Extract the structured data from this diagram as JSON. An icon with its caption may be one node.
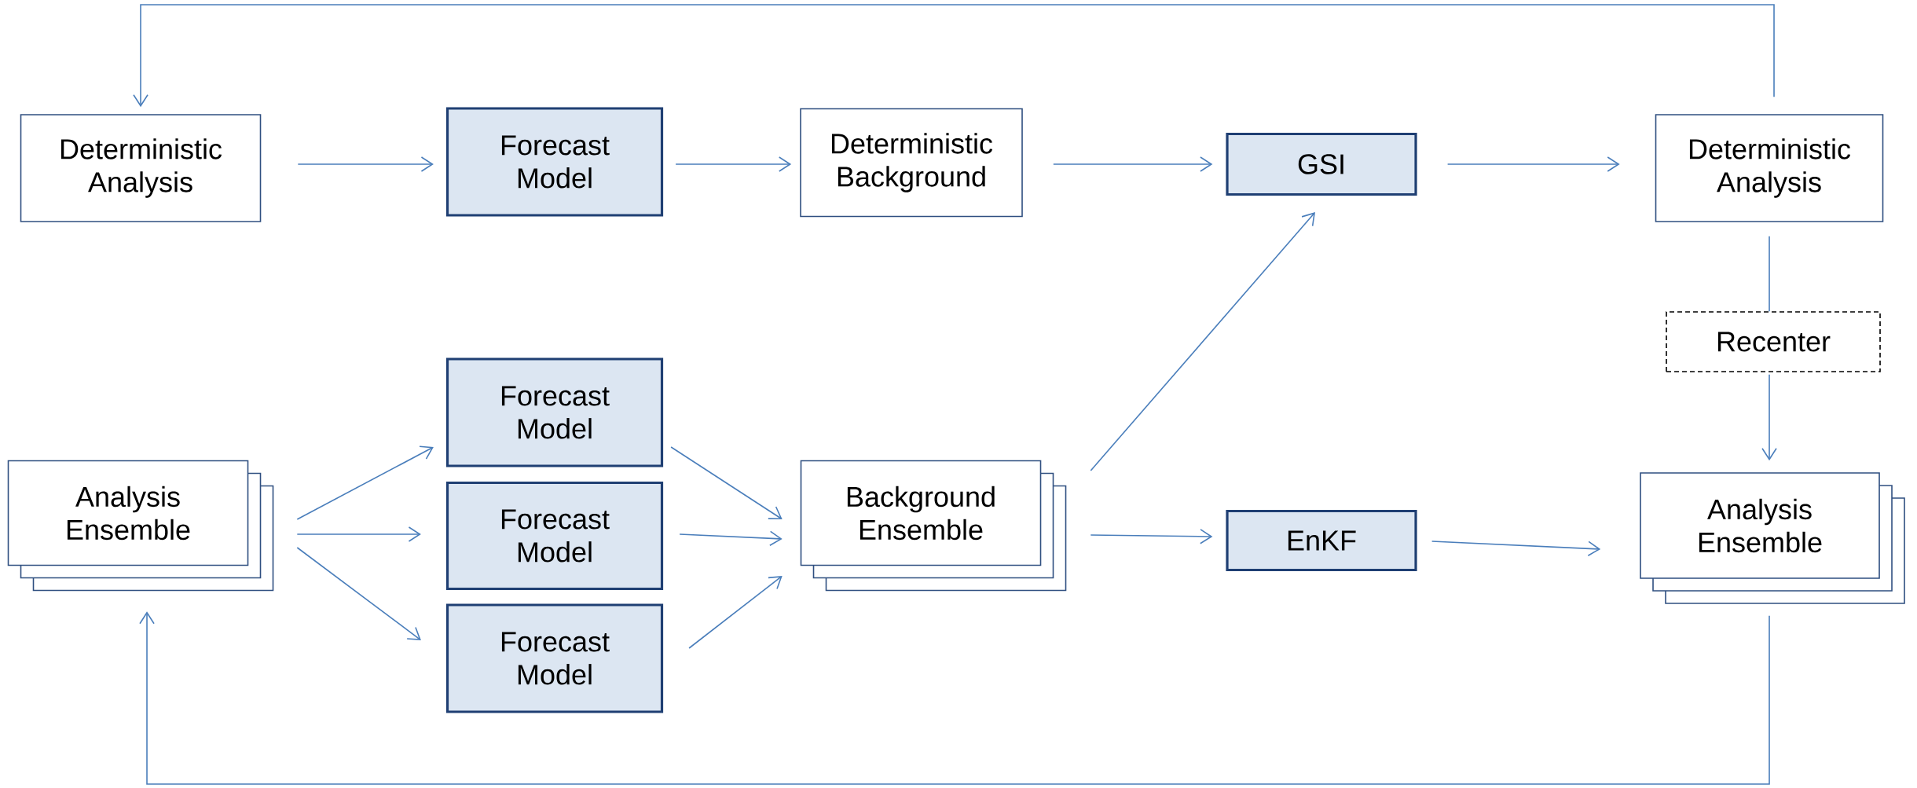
{
  "diagram": {
    "nodes": [
      {
        "text": [
          "Deterministic Analysis"
        ]
      },
      {
        "text": [
          "Forecast Model"
        ]
      },
      {
        "text": [
          "Deterministic Background"
        ]
      },
      {
        "text": [
          "GSI"
        ]
      },
      {
        "text": [
          "Deterministic Analysis"
        ]
      },
      {
        "text": [
          "Recenter"
        ]
      },
      {
        "text": [
          "Analysis Ensemble"
        ]
      },
      {
        "text": [
          "Forecast Model"
        ]
      },
      {
        "text": [
          "Forecast Model"
        ]
      },
      {
        "text": [
          "Forecast Model"
        ]
      },
      {
        "text": [
          "Background Ensemble"
        ]
      },
      {
        "text": [
          "EnKF"
        ]
      },
      {
        "text": [
          "Analysis Ensemble"
        ]
      }
    ],
    "edges": [
      {
        "from": 0,
        "to": 1,
        "arrow": "to"
      },
      {
        "from": 1,
        "to": 2,
        "arrow": "to"
      },
      {
        "from": 2,
        "to": 3,
        "arrow": "to"
      },
      {
        "from": 3,
        "to": 4,
        "arrow": "to"
      },
      {
        "from": 4,
        "to": 0,
        "arrow": "to"
      },
      {
        "from": 4,
        "to": 5,
        "arrow": "none"
      },
      {
        "from": 5,
        "to": 12,
        "arrow": "to"
      },
      {
        "from": 6,
        "to": 7,
        "arrow": "to"
      },
      {
        "from": 6,
        "to": 8,
        "arrow": "to"
      },
      {
        "from": 6,
        "to": 9,
        "arrow": "to"
      },
      {
        "from": 7,
        "to": 10,
        "arrow": "to"
      },
      {
        "from": 8,
        "to": 10,
        "arrow": "to"
      },
      {
        "from": 9,
        "to": 10,
        "arrow": "to"
      },
      {
        "from": 10,
        "to": 3,
        "arrow": "to"
      },
      {
        "from": 10,
        "to": 11,
        "arrow": "to"
      },
      {
        "from": 11,
        "to": 12,
        "arrow": "to"
      },
      {
        "from": 12,
        "to": 6,
        "arrow": "to"
      }
    ]
  }
}
